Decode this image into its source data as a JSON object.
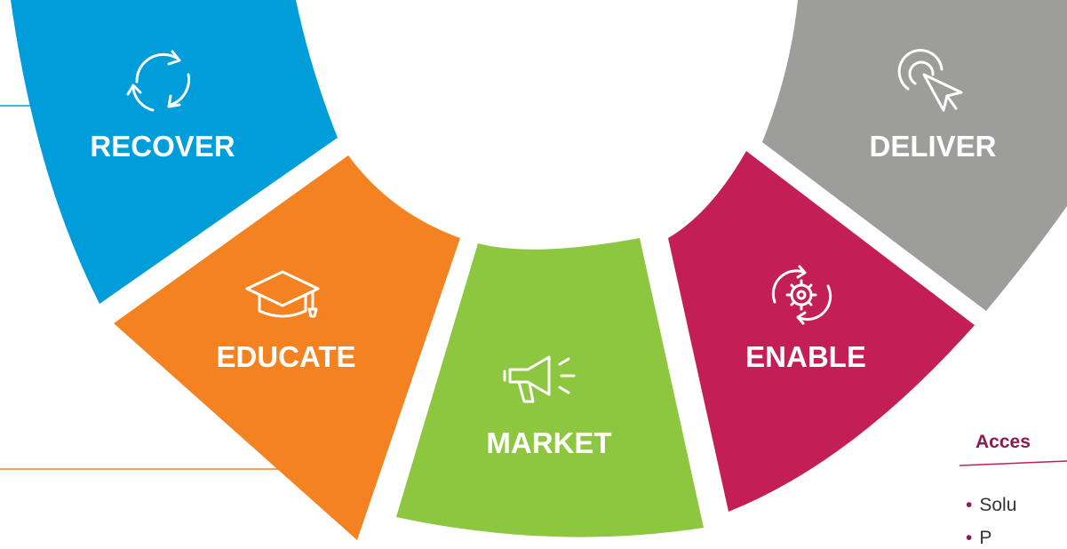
{
  "segments": [
    {
      "id": "recover",
      "label": "RECOVER",
      "color": "#009ddb",
      "icon": "recycle-arrows-icon"
    },
    {
      "id": "educate",
      "label": "EDUCATE",
      "color": "#f58220",
      "icon": "graduation-cap-icon"
    },
    {
      "id": "market",
      "label": "MARKET",
      "color": "#8dc63f",
      "icon": "megaphone-icon"
    },
    {
      "id": "enable",
      "label": "ENABLE",
      "color": "#c41e56",
      "icon": "gear-cycle-icon"
    },
    {
      "id": "deliver",
      "label": "DELIVER",
      "color": "#9d9d9c",
      "icon": "click-cursor-icon"
    }
  ],
  "side_panel": {
    "heading": "Acces",
    "bullets": [
      "Solu",
      "P"
    ]
  },
  "rule_colors": [
    "#009ddb",
    "#f58220",
    "#c41e56"
  ]
}
